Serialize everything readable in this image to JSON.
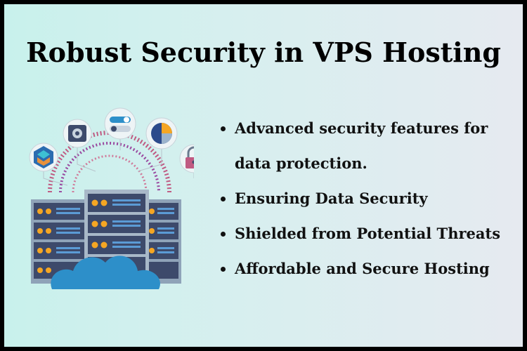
{
  "title": "Robust Security in VPS Hosting",
  "bullets": [
    {
      "line1": "Advanced security features for",
      "line2": "data protection."
    },
    {
      "line1": "Ensuring Data Security"
    },
    {
      "line1": "Shielded from Potential Threats"
    },
    {
      "line1": "Affordable and Secure Hosting"
    }
  ],
  "illustration": {
    "icons": [
      "hexagon-shield-icon",
      "safe-icon",
      "toggle-switch-icon",
      "pie-chart-icon",
      "padlock-icon"
    ],
    "colors": {
      "server_dark": "#3d4a6b",
      "server_light": "#5b9bd5",
      "led": "#f5a623",
      "cloud": "#2d8fc9",
      "arc": "#c05a82"
    }
  }
}
